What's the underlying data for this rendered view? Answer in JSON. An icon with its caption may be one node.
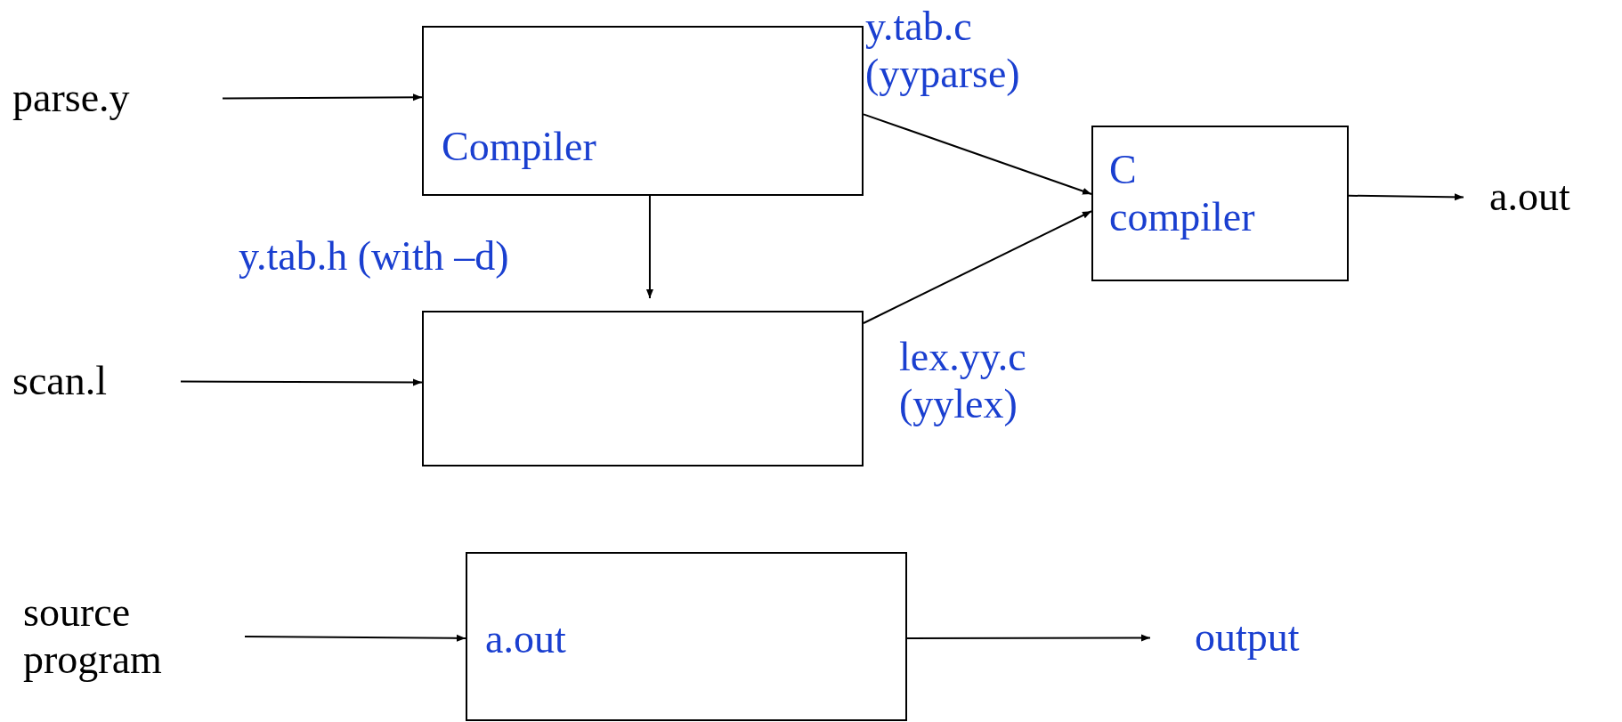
{
  "diagram": {
    "nodes": [
      {
        "text": [
          "parse.y"
        ]
      },
      {
        "text": [
          "Compiler"
        ]
      },
      {
        "text": [
          "C compiler"
        ]
      },
      {
        "text": [
          "a.out"
        ]
      },
      {
        "text": [
          "scan.l"
        ]
      },
      {
        "text": [],
        "shape": "box"
      },
      {
        "text": [
          "source program"
        ]
      },
      {
        "text": [
          "a.out"
        ]
      },
      {
        "text": [
          "output"
        ]
      }
    ],
    "edges": [
      {
        "from": 0,
        "to": 1,
        "arrow": "to"
      },
      {
        "from": 1,
        "to": 2,
        "arrow": "to",
        "label": "y.tab.c (yyparse)"
      },
      {
        "from": 1,
        "to": 5,
        "arrow": "to",
        "label": "y.tab.h (with –d)"
      },
      {
        "from": 5,
        "to": 2,
        "arrow": "to",
        "label": "lex.yy.c (yylex)"
      },
      {
        "from": 2,
        "to": 3,
        "arrow": "to"
      },
      {
        "from": 4,
        "to": 5,
        "arrow": "to"
      },
      {
        "from": 6,
        "to": 7,
        "arrow": "to"
      },
      {
        "from": 7,
        "to": 8,
        "arrow": "to"
      }
    ]
  }
}
